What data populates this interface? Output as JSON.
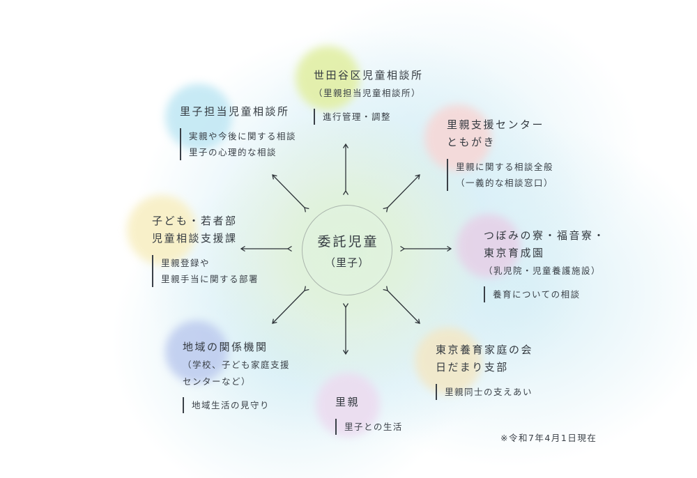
{
  "diagram": {
    "center": {
      "title": "委託児童",
      "subtitle": "（里子）"
    },
    "footnote": "※令和7年4月1日現在",
    "arrow_style": "bidirectional",
    "arrow_color": "#2c3237",
    "nodes": [
      {
        "id": "setagaya-child-consultation-center",
        "position": "top",
        "blob_color": "#e2efa5",
        "name_lines": [
          "世田谷区児童相談所"
        ],
        "sub_lines": [
          "（里親担当児童相談所）"
        ],
        "detail_lines": [
          "進行管理・調整"
        ]
      },
      {
        "id": "foster-child-consultation-center",
        "position": "top-left",
        "blob_color": "#c2e8f4",
        "name_lines": [
          "里子担当児童相談所"
        ],
        "sub_lines": [],
        "detail_lines": [
          "実親や今後に関する相談",
          "里子の心理的な相談"
        ]
      },
      {
        "id": "foster-parent-support-center-tomogaki",
        "position": "top-right",
        "blob_color": "#f6d8d7",
        "name_lines": [
          "里親支援センター",
          "ともがき"
        ],
        "sub_lines": [],
        "detail_lines": [
          "里親に関する相談全般",
          "（一義的な相談窓口）"
        ]
      },
      {
        "id": "children-youth-dept-consultation-support-division",
        "position": "left",
        "blob_color": "#f8efc4",
        "name_lines": [
          "子ども・若者部",
          "児童相談支援課"
        ],
        "sub_lines": [],
        "detail_lines": [
          "里親登録や",
          "里親手当に関する部署"
        ]
      },
      {
        "id": "tsubomi-fukuin-tokyo-ikuseien",
        "position": "right",
        "blob_color": "#e6d2e8",
        "name_lines": [
          "つぼみの寮・福音寮・",
          "東京育成園"
        ],
        "sub_lines": [
          "（乳児院・児童養護施設）"
        ],
        "detail_lines": [
          "養育についての相談"
        ]
      },
      {
        "id": "local-related-organizations",
        "position": "bottom-left",
        "blob_color": "#bfcdef",
        "name_lines": [
          "地域の関係機関"
        ],
        "sub_lines": [
          "（学校、子ども家庭支援",
          "センターなど）"
        ],
        "detail_lines": [
          "地域生活の見守り"
        ]
      },
      {
        "id": "foster-parent",
        "position": "bottom",
        "blob_color": "#ecdcf0",
        "name_lines": [
          "里親"
        ],
        "sub_lines": [],
        "detail_lines": [
          "里子との生活"
        ]
      },
      {
        "id": "tokyo-foster-family-association-hidamari-branch",
        "position": "bottom-right",
        "blob_color": "#f2e8c8",
        "name_lines": [
          "東京養育家庭の会",
          "日だまり支部"
        ],
        "sub_lines": [],
        "detail_lines": [
          "里親同士の支えあい"
        ]
      }
    ]
  }
}
